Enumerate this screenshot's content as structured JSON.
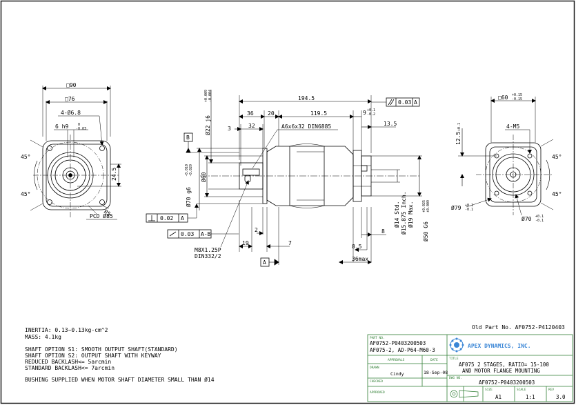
{
  "views": {
    "left": {
      "dim_square_90": "□90",
      "dim_square_76": "□76",
      "dim_holes": "4-Ø6.8",
      "dim_key": "6 h9(-0.03)",
      "dim_key_base": "6 h9",
      "dim_key_tol_upper": "0",
      "dim_key_tol_lower": "-0.03",
      "dim_24_5": "24.5",
      "dim_r5": "R5",
      "dim_pcd": "PCD Ø85",
      "angle_top": "45°",
      "angle_bottom": "45°"
    },
    "side": {
      "dim_total": "194.5",
      "dim_36": "36",
      "dim_20": "20",
      "dim_119_5": "119.5",
      "dim_9": "9",
      "dim_9_tol_upper": "+0.1",
      "dim_9_tol_lower": "-0.2",
      "dim_3": "3",
      "dim_32": "32",
      "key_label": "A6x6x32 DIN6885",
      "dim_13_5": "13.5",
      "dim_22": "Ø22 j6",
      "dim_22_tol_upper": "+0.009",
      "dim_22_tol_lower": "-0.004",
      "dim_60": "Ø60",
      "dim_70": "Ø70 g6",
      "dim_70_tol_upper": "-0.010",
      "dim_70_tol_lower": "-0.029",
      "dim_14": "Ø14 Std.",
      "dim_15": "Ø15.875 Inch.",
      "dim_19": "Ø19 Max.",
      "dim_50": "Ø50 G6",
      "dim_50_tol_upper": "+0.025",
      "dim_50_tol_lower": "+0.009",
      "dim_2": "2",
      "dim_19_len": "19",
      "dim_7": "7",
      "dim_8": "8",
      "dim_8_5": "8.5",
      "dim_36max": "36max",
      "thread_1": "M8X1.25P",
      "thread_2": "DIN332/2",
      "datum_a": "A",
      "datum_b": "B",
      "fcf_parallel": "0.03",
      "fcf_parallel_ref": "A",
      "fcf_perp": "0.02",
      "fcf_perp_ref": "A",
      "fcf_runout": "0.03",
      "fcf_runout_ref": "A-B"
    },
    "right": {
      "dim_square_60": "□60",
      "dim_square_60_tol_upper": "+0.15",
      "dim_square_60_tol_lower": "-0.15",
      "dim_holes": "4-M5",
      "dim_12_5": "12.5",
      "dim_12_5_tol": "+0.1",
      "dim_79": "Ø79",
      "dim_79_tol_upper": "+0.1",
      "dim_79_tol_lower": "-0.1",
      "dim_70": "Ø70",
      "dim_70_tol_upper": "+0.1",
      "dim_70_tol_lower": "-0.1",
      "angle_top": "45°",
      "angle_bottom": "45°"
    }
  },
  "notes": [
    "INERTIA: 0.13~0.13kg-cm^2",
    "MASS: 4.1kg",
    "SHAFT OPTION S1: SMOOTH OUTPUT SHAFT(STANDARD)",
    "SHAFT OPTION S2: OUTPUT SHAFT WITH KEYWAY",
    "REDUCED BACKLASH<= 5arcmin",
    "STANDARD BACKLASH<= 7arcmin",
    "BUSHING SUPPLIED WHEN MOTOR SHAFT DIAMETER SMALL THAN Ø14"
  ],
  "old_part": "Old Part No. AF0752-P4120403",
  "title_block": {
    "part_no_label": "PART NO.",
    "part_no_1": "AF0752-P0403200503",
    "part_no_2": "AF075-2, AD-P64-M60-3",
    "company": "APEX DYNAMICS, INC.",
    "approvals_label": "APPROVALS",
    "date_label": "DATE",
    "title_label": "TITLE",
    "title_1": "AF075 2 STAGES, RATIO= 15-100",
    "title_2": "AND MOTOR FLANGE MOUNTING",
    "drawn_label": "DRAWN",
    "drawn_by": "Cindy",
    "drawn_date": "18-Sep-08",
    "checked_label": "CHECKED",
    "dwg_no_label": "DWG NO.",
    "dwg_no": "AF0752-P0403200503",
    "approved_label": "APPROVED",
    "size_label": "SIZE",
    "size": "A1",
    "scale_label": "SCALE",
    "scale": "1:1",
    "rev_label": "REV",
    "rev": "3.0"
  },
  "colors": {
    "line": "#000000",
    "title_green": "#2e7d32",
    "logo_blue": "#3a86d6",
    "border": "#1a1a1a"
  }
}
